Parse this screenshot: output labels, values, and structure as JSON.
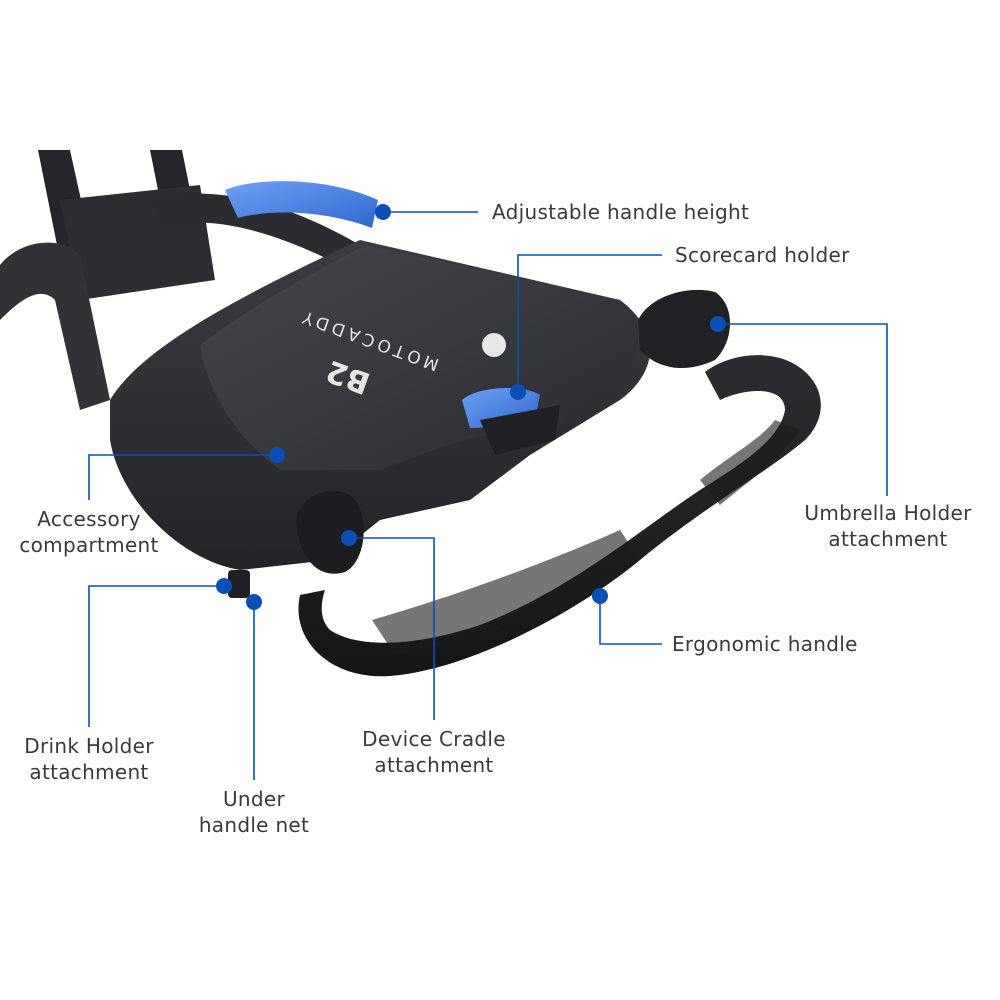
{
  "colors": {
    "accent": "#0a4fb5",
    "product_body": "#2d2f33",
    "grip": "#1c1d1f",
    "highlight_blue": "#3f7fe6",
    "label_text": "#3a3a3a"
  },
  "logo": {
    "brand_text": "MOTOCADDY",
    "model_text": "B2"
  },
  "callouts": [
    {
      "id": "adjustable-handle-height",
      "lines": [
        "Adjustable handle height"
      ]
    },
    {
      "id": "scorecard-holder",
      "lines": [
        "Scorecard holder"
      ]
    },
    {
      "id": "umbrella-holder-attachment",
      "lines": [
        "Umbrella Holder",
        "attachment"
      ]
    },
    {
      "id": "accessory-compartment",
      "lines": [
        "Accessory",
        "compartment"
      ]
    },
    {
      "id": "ergonomic-handle",
      "lines": [
        "Ergonomic handle"
      ]
    },
    {
      "id": "drink-holder-attachment",
      "lines": [
        "Drink Holder",
        "attachment"
      ]
    },
    {
      "id": "device-cradle-attachment",
      "lines": [
        "Device Cradle",
        "attachment"
      ]
    },
    {
      "id": "under-handle-net",
      "lines": [
        "Under",
        "handle net"
      ]
    }
  ]
}
